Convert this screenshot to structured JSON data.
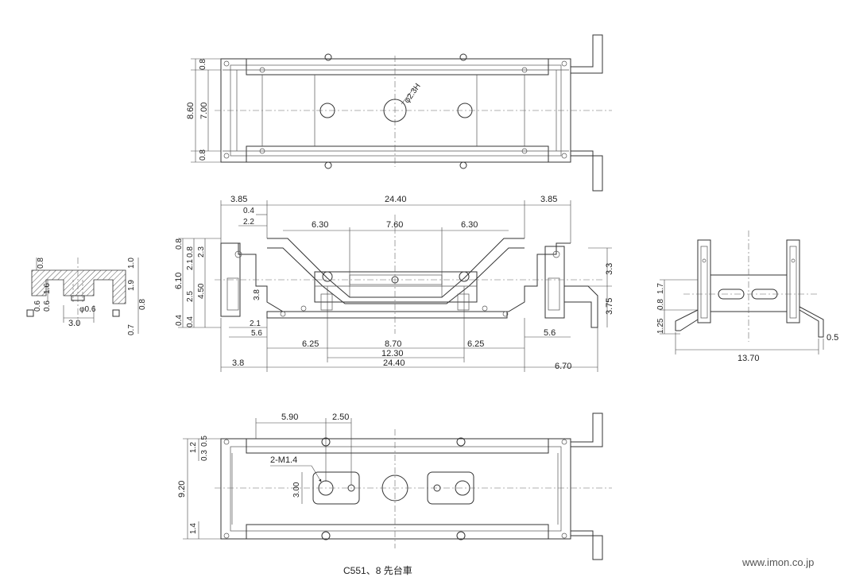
{
  "caption": "C551、8 先台車",
  "website": "www.imon.co.jp",
  "top_view": {
    "left_dims": [
      "0.8",
      "8.60",
      "7.00",
      "0.8"
    ],
    "hole_callout": "φ2.3H"
  },
  "side_view": {
    "top_dims": [
      "3.85",
      "24.40",
      "3.85",
      "0.4",
      "2.2",
      "6.30",
      "7.60",
      "6.30"
    ],
    "left_dims": [
      "0.8",
      "0.8",
      "2.3",
      "2.1",
      "6.10",
      "4.50",
      "2.5",
      "3.8",
      "0.4",
      "0.4"
    ],
    "right_dims": [
      "3.3",
      "3.75"
    ],
    "bottom_dims": [
      "2.1",
      "5.6",
      "6.25",
      "8.70",
      "6.25",
      "5.6",
      "12.30",
      "3.8",
      "24.40",
      "6.70"
    ]
  },
  "bottom_view": {
    "top_dims": [
      "5.90",
      "2.50"
    ],
    "left_dims": [
      "0.5",
      "1.2",
      "0.3",
      "9.20",
      "1.4"
    ],
    "screw_callout": "2-M1.4",
    "slot_dim": "3.00"
  },
  "detail_left": {
    "dims": [
      "0.8",
      "1.0",
      "0.6",
      "1.6",
      "1.9",
      "0.8",
      "0.7",
      "0.6",
      "φ0.6",
      "3.0"
    ]
  },
  "end_view": {
    "left_dims": [
      "1.7",
      "0.8",
      "1.25"
    ],
    "bottom_dims": [
      "13.70",
      "0.5"
    ]
  }
}
